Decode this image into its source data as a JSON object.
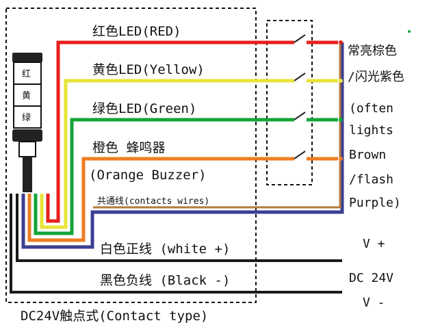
{
  "colors": {
    "red": "#e8201c",
    "yellow": "#e8e43a",
    "green": "#13a538",
    "orange": "#ee7d22",
    "purple": "#3b3f91",
    "brown": "#b47a3c",
    "black": "#1a1a1a"
  },
  "tower": {
    "top_char": "红",
    "mid_char": "黄",
    "bot_char": "绿"
  },
  "wires": {
    "red": "红色LED(RED)",
    "yellow": "黄色LED(Yellow)",
    "green": "绿色LED(Green)",
    "orange_cn": "橙色  蜂鸣器",
    "orange_en": "(Orange Buzzer)",
    "common": "共通线(contacts wires)",
    "white": "白色正线 (white +)",
    "black": "黑色负线 (Black -)"
  },
  "right_label": [
    "常亮棕色",
    "/闪光紫色",
    "(often",
    "lights",
    "Brown",
    "/flash",
    "Purple)"
  ],
  "supply": {
    "v_plus": "V +",
    "dc": "DC 24V",
    "v_minus": "V -"
  },
  "caption": "DC24V触点式(Contact type)"
}
